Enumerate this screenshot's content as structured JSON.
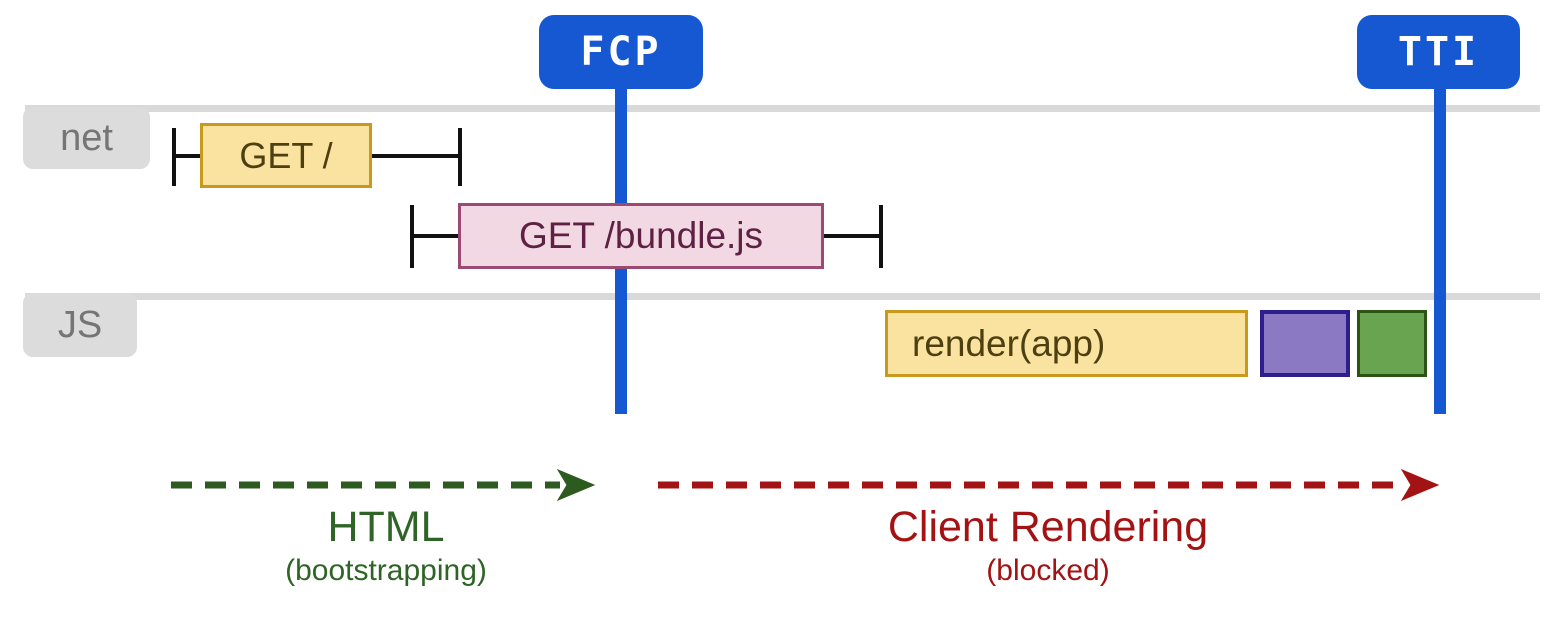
{
  "markers": {
    "fcp": "FCP",
    "tti": "TTI"
  },
  "lanes": {
    "net": "net",
    "js": "JS"
  },
  "events": {
    "get_root": "GET /",
    "get_bundle": "GET /bundle.js",
    "render_app": "render(app)"
  },
  "phases": {
    "html": {
      "label": "HTML",
      "sublabel": "(bootstrapping)"
    },
    "client": {
      "label": "Client Rendering",
      "sublabel": "(blocked)"
    }
  },
  "colors": {
    "blue": "#1658d2",
    "lane-gray": "#d9d9d9",
    "label-bg": "#dcdcdc",
    "label-text": "#757575",
    "yellow-fill": "#fae3a0",
    "yellow-border": "#c79a1d",
    "yellow-text": "#4d3f10",
    "pink-fill": "#f1d8e2",
    "pink-border": "#9a4a73",
    "pink-text": "#5e2144",
    "purple-fill": "#8b79c3",
    "purple-border": "#2e1d8e",
    "green-fill": "#69a450",
    "green-border": "#2b5313",
    "tick-black": "#111111",
    "arrow-green": "#2d5a1e",
    "text-green": "#2e6425",
    "arrow-red": "#a31313",
    "text-red": "#a31313"
  }
}
